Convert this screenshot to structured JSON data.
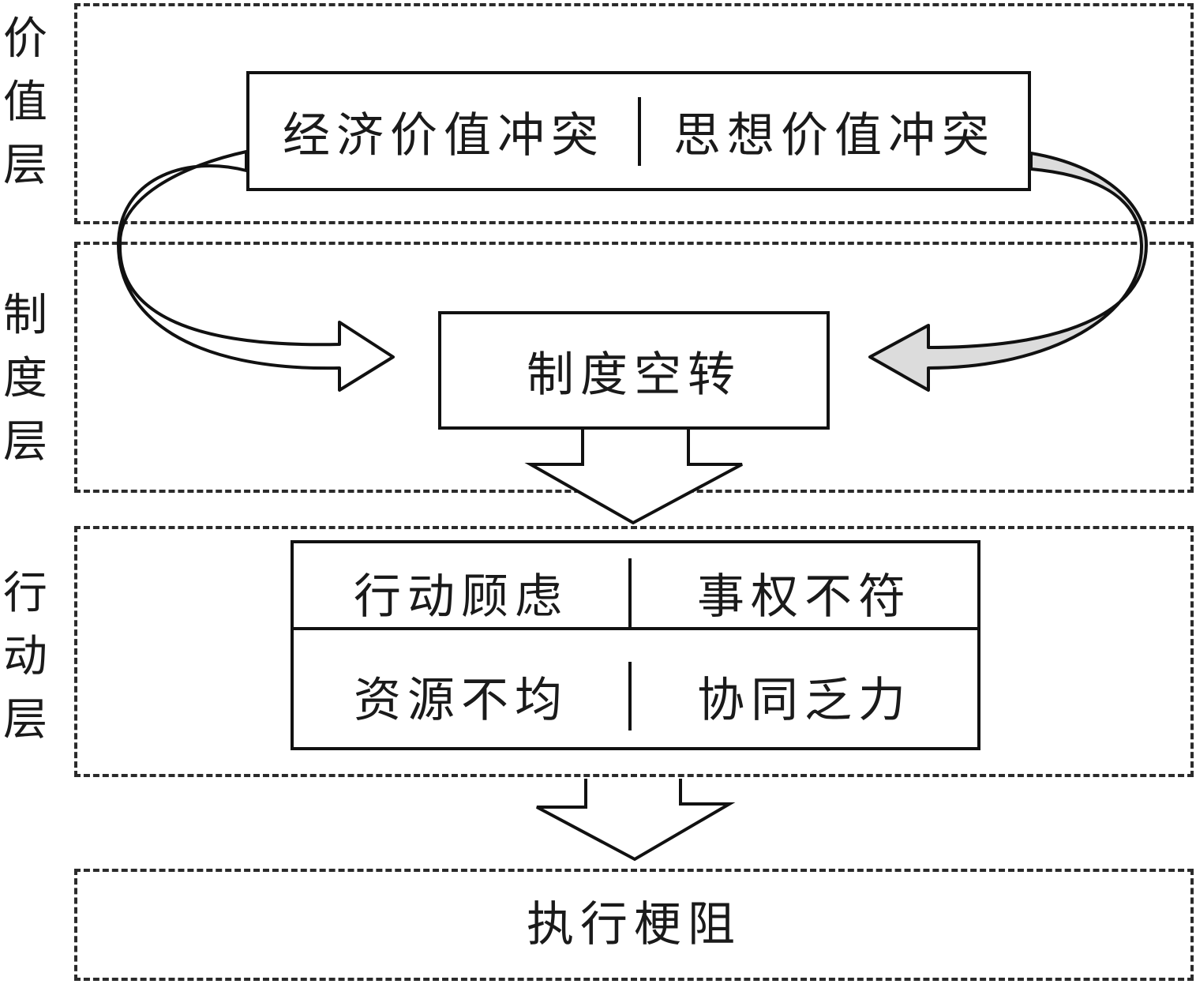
{
  "layers": {
    "value": {
      "label_chars": [
        "价",
        "值",
        "层"
      ]
    },
    "institution": {
      "label_chars": [
        "制",
        "度",
        "层"
      ]
    },
    "action": {
      "label_chars": [
        "行",
        "动",
        "层"
      ]
    }
  },
  "value_boxes": [
    "经济价值冲突",
    "思想价值冲突"
  ],
  "institution_box": "制度空转",
  "action_cells": [
    "行动顾虑",
    "事权不符",
    "资源不均",
    "协同乏力"
  ],
  "result": "执行梗阻",
  "colors": {
    "arrow_fill_right": "#dcdcdc",
    "line": "#111111"
  }
}
